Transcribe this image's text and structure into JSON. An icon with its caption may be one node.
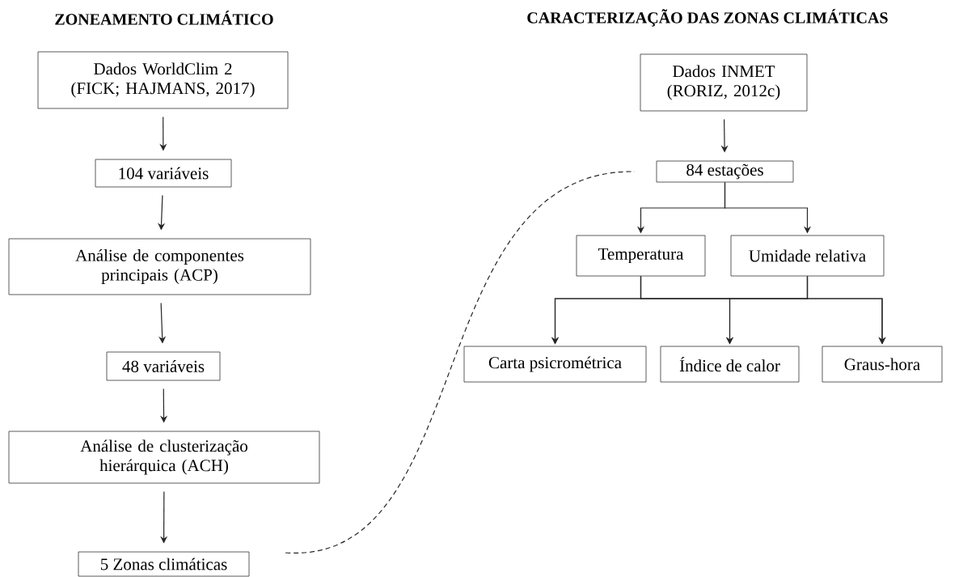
{
  "diagram": {
    "nodes": [
      {
        "text": [
          "Dados WorldClim 2 (FICK; HAJMANS, 2017)"
        ]
      },
      {
        "text": [
          "104 variáveis"
        ]
      },
      {
        "text": [
          "Análise de componentes principais (ACP)"
        ]
      },
      {
        "text": [
          "48 variáveis"
        ]
      },
      {
        "text": [
          "Análise de clusterização hierárquica (ACH)"
        ]
      },
      {
        "text": [
          "5 Zonas climáticas"
        ]
      },
      {
        "text": [
          "Dados INMET (RORIZ, 2012c)"
        ]
      },
      {
        "text": [
          "84 estações"
        ]
      },
      {
        "text": [
          "Temperatura"
        ]
      },
      {
        "text": [
          "Umidade relativa"
        ]
      },
      {
        "text": [
          "Carta psicrométrica"
        ]
      },
      {
        "text": [
          "Índice de calor"
        ]
      },
      {
        "text": [
          "Graus-hora"
        ]
      }
    ],
    "edges": [
      {
        "from": 0,
        "to": 1,
        "arrow": "to"
      },
      {
        "from": 1,
        "to": 2,
        "arrow": "to"
      },
      {
        "from": 2,
        "to": 3,
        "arrow": "to"
      },
      {
        "from": 3,
        "to": 4,
        "arrow": "to"
      },
      {
        "from": 4,
        "to": 5,
        "arrow": "to"
      },
      {
        "from": 5,
        "to": 7,
        "arrow": "none",
        "style": "dashed"
      },
      {
        "from": 6,
        "to": 7,
        "arrow": "to"
      },
      {
        "from": 7,
        "to": 8,
        "arrow": "to"
      },
      {
        "from": 7,
        "to": 9,
        "arrow": "to"
      },
      {
        "from": 8,
        "to": 10,
        "arrow": "to"
      },
      {
        "from": 8,
        "to": 11,
        "arrow": "to"
      },
      {
        "from": 8,
        "to": 12,
        "arrow": "to"
      },
      {
        "from": 9,
        "to": 10,
        "arrow": "to"
      },
      {
        "from": 9,
        "to": 11,
        "arrow": "to"
      },
      {
        "from": 9,
        "to": 12,
        "arrow": "to"
      }
    ],
    "labels": [
      "ZONEAMENTO CLIMÁTICO",
      "CARACTERIZAÇÃO DAS ZONAS CLIMÁTICAS"
    ]
  }
}
